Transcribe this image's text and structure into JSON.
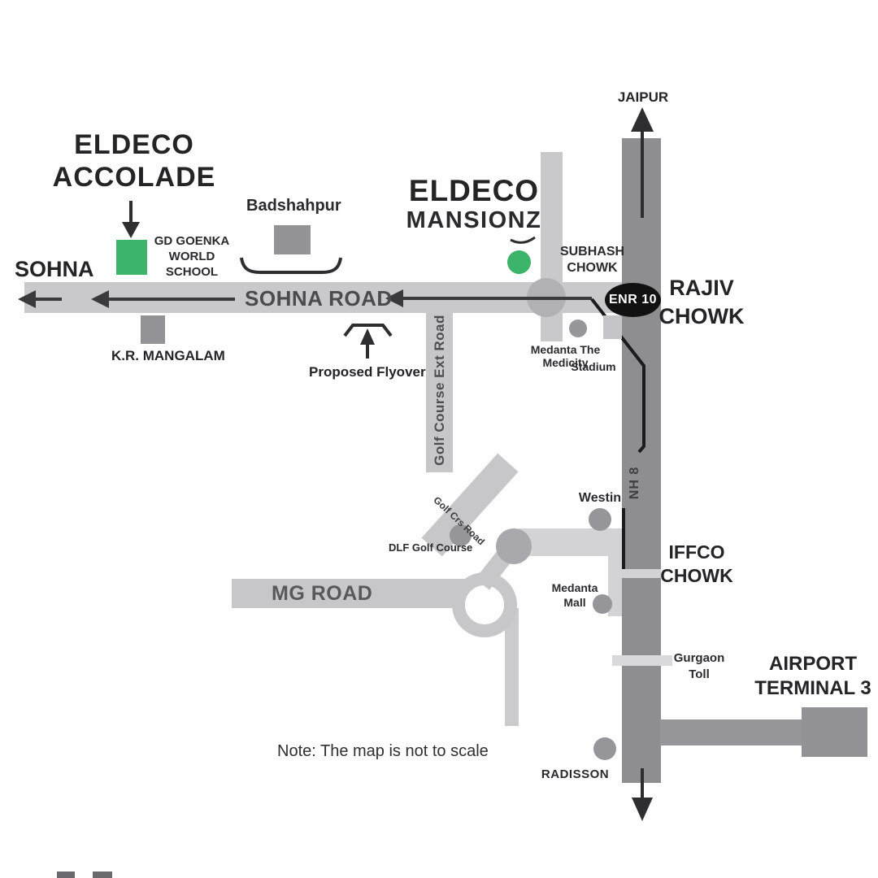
{
  "map": {
    "note": "Note: The map is not to scale",
    "projects": {
      "accolade": "ELDECO\nACCOLADE",
      "mansionz_brand": "ELDECO",
      "mansionz_name": "MANSIONZ"
    },
    "destinations": {
      "sohna": "SOHNA",
      "jaipur": "JAIPUR"
    },
    "roads": {
      "sohna_road": "SOHNA ROAD",
      "mg_road": "MG ROAD",
      "nh8": "NH 8",
      "golf_course_ext_road": "Golf Course Ext Road",
      "golf_crs_road": "Golf Crs Road"
    },
    "junctions": {
      "subhash_chowk": "SUBHASH\nCHOWK",
      "rajiv_chowk": "RAJIV\nCHOWK",
      "iffco_chowk": "IFFCO\nCHOWK",
      "exit_badge": "ENR 10"
    },
    "landmarks": {
      "badshahpur": "Badshahpur",
      "gd_goenka": "GD GOENKA\nWORLD\nSCHOOL",
      "kr_mangalam": "K.R. MANGALAM",
      "proposed_flyover": "Proposed Flyover",
      "medanta_medicity": "Medanta The Medicity",
      "stadium": "Stadium",
      "dlf_golf_course": "DLF Golf Course",
      "westin": "Westin",
      "medanta_mall": "Medanta\nMall",
      "gurgaon_toll": "Gurgaon\nToll",
      "airport_terminal": "AIRPORT\nTERMINAL 3",
      "radisson": "RADISSON"
    },
    "colors": {
      "project_green": "#3cb46a",
      "highway_gray": "#8e8e91",
      "road_gray": "#c7c7ca",
      "badge_bg": "#111111",
      "badge_text": "#ffffff",
      "text": "#222222"
    }
  }
}
